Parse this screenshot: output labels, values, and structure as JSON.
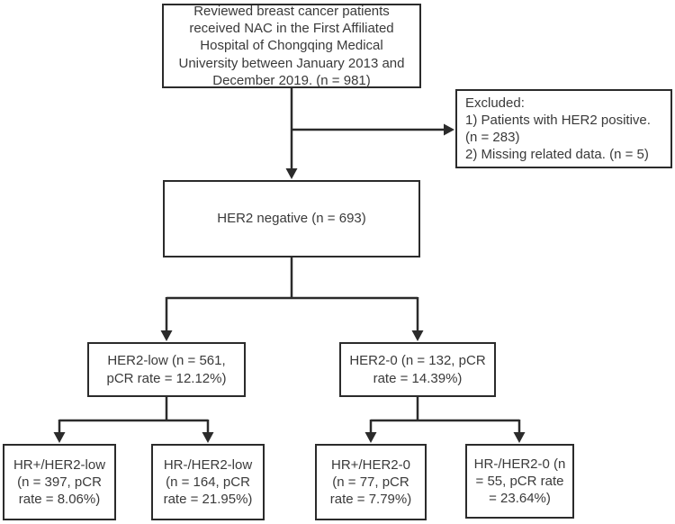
{
  "diagram": {
    "title": "Breast cancer NAC patient selection flowchart",
    "colors": {
      "line": "#2b2b2b",
      "box_border": "#2b2b2b",
      "text": "#3a3a3a",
      "background": "#ffffff"
    },
    "nodes": {
      "reviewed": {
        "n": 981,
        "lines": [
          "Reviewed breast cancer patients",
          "received NAC in the First Affiliated",
          "Hospital of Chongqing Medical",
          "University between January 2013 and",
          "December 2019. (n = 981)"
        ]
      },
      "excluded": {
        "n_her2_positive": 283,
        "n_missing_data": 5,
        "lines": [
          "Excluded:",
          "1) Patients with HER2 positive.",
          "(n = 283)",
          "2) Missing related data. (n = 5)"
        ]
      },
      "her2_negative": {
        "n": 693,
        "lines": [
          "HER2 negative (n = 693)"
        ]
      },
      "her2_low": {
        "n": 561,
        "pcr_rate": "12.12%",
        "lines": [
          "HER2-low (n = 561,",
          "pCR rate = 12.12%)"
        ]
      },
      "her2_0": {
        "n": 132,
        "pcr_rate": "14.39%",
        "lines": [
          "HER2-0 (n = 132, pCR",
          "rate = 14.39%)"
        ]
      },
      "hr_pos_her2_low": {
        "n": 397,
        "pcr_rate": "8.06%",
        "lines": [
          "HR+/HER2-low",
          "(n = 397, pCR",
          "rate = 8.06%)"
        ]
      },
      "hr_neg_her2_low": {
        "n": 164,
        "pcr_rate": "21.95%",
        "lines": [
          "HR-/HER2-low",
          "(n = 164, pCR",
          "rate = 21.95%)"
        ]
      },
      "hr_pos_her2_0": {
        "n": 77,
        "pcr_rate": "7.79%",
        "lines": [
          "HR+/HER2-0",
          "(n = 77, pCR",
          "rate = 7.79%)"
        ]
      },
      "hr_neg_her2_0": {
        "n": 55,
        "pcr_rate": "23.64%",
        "lines": [
          "HR-/HER2-0 (n",
          "= 55, pCR rate",
          "= 23.64%)"
        ]
      }
    }
  }
}
